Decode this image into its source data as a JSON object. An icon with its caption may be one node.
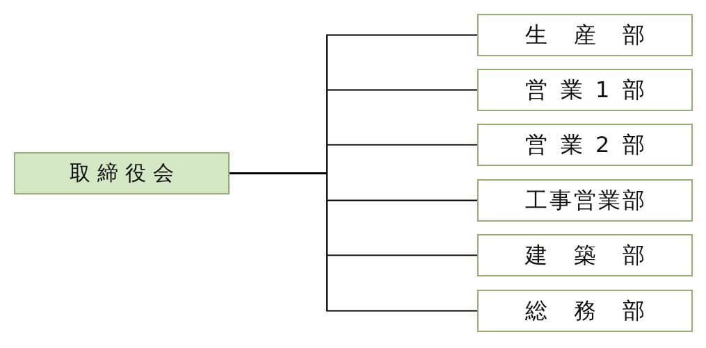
{
  "diagram": {
    "nodes": [
      {
        "text": [
          "取締役会"
        ]
      },
      {
        "text": [
          "生産部"
        ]
      },
      {
        "text": [
          "営業1部"
        ]
      },
      {
        "text": [
          "営業2部"
        ]
      },
      {
        "text": [
          "工事営業部"
        ]
      },
      {
        "text": [
          "建築部"
        ]
      },
      {
        "text": [
          "総務部"
        ]
      }
    ],
    "edges": [
      {
        "from": 0,
        "to": 1,
        "arrow": "none"
      },
      {
        "from": 0,
        "to": 2,
        "arrow": "none"
      },
      {
        "from": 0,
        "to": 3,
        "arrow": "none"
      },
      {
        "from": 0,
        "to": 4,
        "arrow": "none"
      },
      {
        "from": 0,
        "to": 5,
        "arrow": "none"
      },
      {
        "from": 0,
        "to": 6,
        "arrow": "none"
      }
    ]
  }
}
